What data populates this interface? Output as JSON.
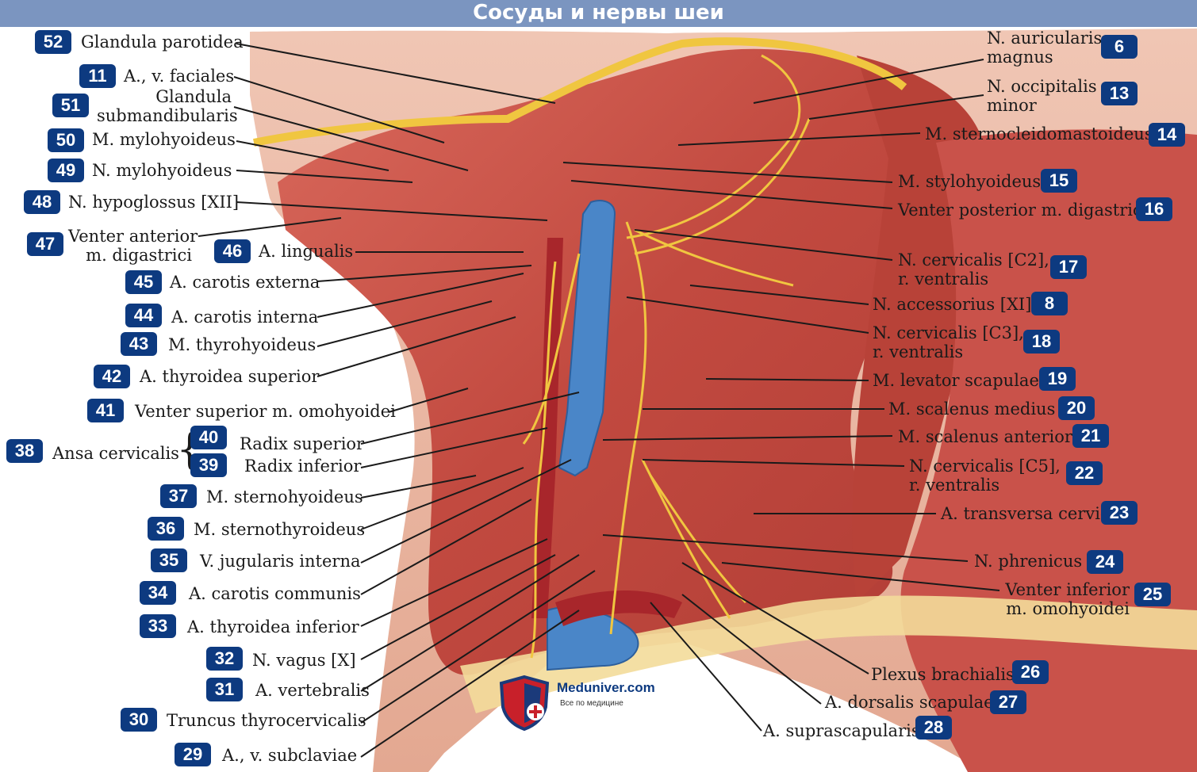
{
  "title": "Сосуды и нервы шеи",
  "watermark": {
    "name": "Meduniver.com",
    "subtitle": "Все по медицине"
  },
  "colors": {
    "title_bg": "#7b95c0",
    "badge": "#0d3a80",
    "vein": "#4a86c8",
    "nerve": "#f0c640",
    "muscle": "#c9524a"
  },
  "labels": [
    {
      "num": "52",
      "text": "Glandula parotidea"
    },
    {
      "num": "11",
      "text": "A., v. faciales"
    },
    {
      "num": "51",
      "text": "Glandula\nsubmandibularis"
    },
    {
      "num": "50",
      "text": "M. mylohyoideus"
    },
    {
      "num": "49",
      "text": "N. mylohyoideus"
    },
    {
      "num": "48",
      "text": "N. hypoglossus [XII]"
    },
    {
      "num": "47",
      "text": "Venter anterior\nm. digastrici"
    },
    {
      "num": "46",
      "text": "A. lingualis"
    },
    {
      "num": "45",
      "text": "A. carotis externa"
    },
    {
      "num": "44",
      "text": "A. carotis interna"
    },
    {
      "num": "43",
      "text": "M. thyrohyoideus"
    },
    {
      "num": "42",
      "text": "A. thyroidea superior"
    },
    {
      "num": "41",
      "text": "Venter superior m. omohyoidei"
    },
    {
      "num": "38",
      "text": "Ansa cervicalis"
    },
    {
      "num": "40",
      "text": "Radix superior"
    },
    {
      "num": "39",
      "text": "Radix inferior"
    },
    {
      "num": "37",
      "text": "M. sternohyoideus"
    },
    {
      "num": "36",
      "text": "M. sternothyroideus"
    },
    {
      "num": "35",
      "text": "V.  jugularis interna"
    },
    {
      "num": "34",
      "text": "A. carotis communis"
    },
    {
      "num": "33",
      "text": "A.  thyroidea inferior"
    },
    {
      "num": "32",
      "text": "N.  vagus [X]"
    },
    {
      "num": "31",
      "text": "A. vertebralis"
    },
    {
      "num": "30",
      "text": "Truncus thyrocervicalis"
    },
    {
      "num": "29",
      "text": "A., v. subclaviae"
    },
    {
      "num": "6",
      "text": "N. auricularis\nmagnus"
    },
    {
      "num": "13",
      "text": "N. occipitalis\nminor"
    },
    {
      "num": "14",
      "text": "M. sternocleidomastoideus"
    },
    {
      "num": "15",
      "text": "M. stylohyoideus"
    },
    {
      "num": "16",
      "text": "Venter posterior m. digastrici"
    },
    {
      "num": "17",
      "text": "N. cervicalis [C2],\nr. ventralis"
    },
    {
      "num": "8",
      "text": "N. accessorius [XI]"
    },
    {
      "num": "18",
      "text": "N. cervicalis [C3],\nr. ventralis"
    },
    {
      "num": "19",
      "text": "M. levator scapulae"
    },
    {
      "num": "20",
      "text": "M. scalenus medius"
    },
    {
      "num": "21",
      "text": "M. scalenus anterior"
    },
    {
      "num": "22",
      "text": "N. cervicalis [C5],\nr. ventralis"
    },
    {
      "num": "23",
      "text": "A. transversa cervicis"
    },
    {
      "num": "24",
      "text": "N. phrenicus"
    },
    {
      "num": "25",
      "text": "Venter inferior\nm. omohyoidei"
    },
    {
      "num": "26",
      "text": "Plexus brachialis"
    },
    {
      "num": "27",
      "text": "A. dorsalis scapulae"
    },
    {
      "num": "28",
      "text": "A. suprascapularis"
    }
  ]
}
